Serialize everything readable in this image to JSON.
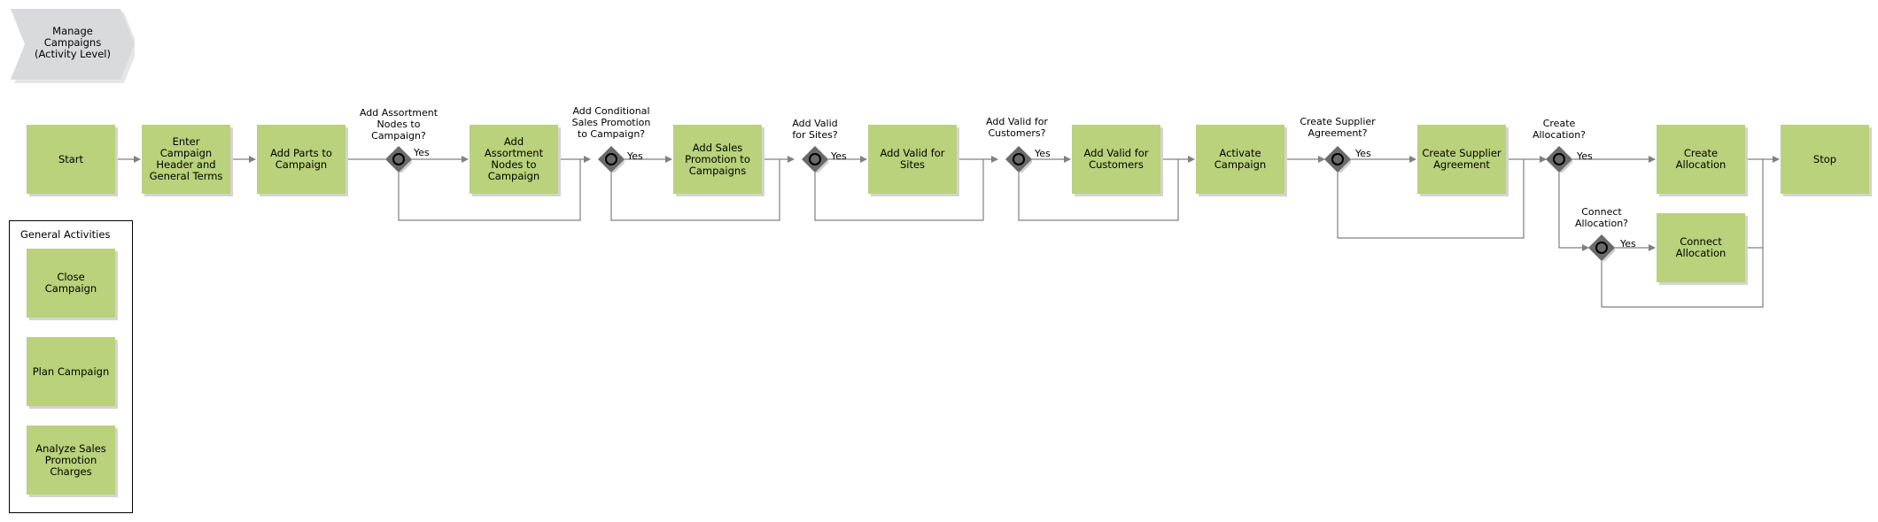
{
  "process": {
    "title_lines": [
      "Manage",
      "Campaigns",
      "(Activity Level)"
    ]
  },
  "colors": {
    "task": "#b9d27b",
    "process": "#d9dadb",
    "gateway": "#6a6a6a",
    "connector": "#808080"
  },
  "nodes": {
    "start": [
      "Start"
    ],
    "enter_header": [
      "Enter Campaign",
      "Header and",
      "General Terms"
    ],
    "add_parts": [
      "Add Parts to",
      "Campaign"
    ],
    "add_assortment": [
      "Add Assortment",
      "Nodes to",
      "Campaign"
    ],
    "add_sales_promo": [
      "Add Sales",
      "Promotion to",
      "Campaigns"
    ],
    "add_valid_sites": [
      "Add Valid for",
      "Sites"
    ],
    "add_valid_customers": [
      "Add Valid for",
      "Customers"
    ],
    "activate": [
      "Activate",
      "Campaign"
    ],
    "create_supplier": [
      "Create Supplier",
      "Agreement"
    ],
    "create_allocation": [
      "Create",
      "Allocation"
    ],
    "connect_allocation": [
      "Connect",
      "Allocation"
    ],
    "stop": [
      "Stop"
    ]
  },
  "gateways": {
    "q_assortment": [
      "Add Assortment",
      "Nodes to",
      "Campaign?"
    ],
    "q_conditional": [
      "Add Conditional",
      "Sales Promotion",
      "to Campaign?"
    ],
    "q_sites": [
      "Add Valid",
      "for Sites?"
    ],
    "q_customers": [
      "Add Valid for",
      "Customers?"
    ],
    "q_supplier": [
      "Create Supplier",
      "Agreement?"
    ],
    "q_create_alloc": [
      "Create",
      "Allocation?"
    ],
    "q_connect_alloc": [
      "Connect",
      "Allocation?"
    ]
  },
  "yes_label": "Yes",
  "general_activities": {
    "title": "General Activities",
    "items": {
      "close": [
        "Close Campaign"
      ],
      "plan": [
        "Plan Campaign"
      ],
      "analyze": [
        "Analyze Sales",
        "Promotion",
        "Charges"
      ]
    }
  }
}
